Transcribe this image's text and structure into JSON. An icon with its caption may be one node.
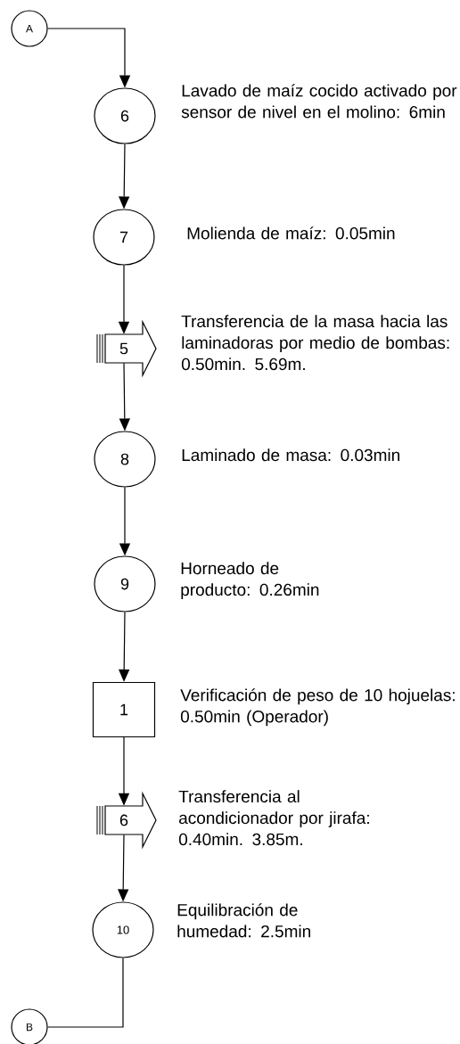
{
  "diagram": {
    "nodes": [
      {
        "text": [
          "A"
        ]
      },
      {
        "text": [
          "6"
        ],
        "beside": [
          "Lavado de maíz cocido activado por sensor de nivel en el molino: 6min"
        ]
      },
      {
        "text": [
          "7"
        ],
        "beside": [
          "Molienda de maíz: 0.05min"
        ]
      },
      {
        "text": [
          "5"
        ],
        "beside": [
          "Transferencia de la masa hacia las laminadoras por medio de bombas: 0.50min. 5.69m."
        ]
      },
      {
        "text": [
          "8"
        ],
        "beside": [
          "Laminado de masa: 0.03min"
        ]
      },
      {
        "text": [
          "9"
        ],
        "beside": [
          "Horneado de producto: 0.26min"
        ]
      },
      {
        "text": [
          "1"
        ],
        "beside": [
          "Verificación de peso de 10 hojuelas: 0.50min (Operador)"
        ]
      },
      {
        "text": [
          "6"
        ],
        "beside": [
          "Transferencia al acondicionador por jirafa: 0.40min. 3.85m."
        ]
      },
      {
        "text": [
          "10"
        ],
        "beside": [
          "Equilibración de humedad: 2.5min"
        ]
      },
      {
        "text": [
          "B"
        ]
      }
    ],
    "edges": [
      {
        "from": 0,
        "to": 1,
        "arrow": "to"
      },
      {
        "from": 1,
        "to": 2,
        "arrow": "to"
      },
      {
        "from": 2,
        "to": 3,
        "arrow": "to"
      },
      {
        "from": 3,
        "to": 4,
        "arrow": "to"
      },
      {
        "from": 4,
        "to": 5,
        "arrow": "to"
      },
      {
        "from": 5,
        "to": 6,
        "arrow": "to"
      },
      {
        "from": 6,
        "to": 7,
        "arrow": "to"
      },
      {
        "from": 7,
        "to": 8,
        "arrow": "to"
      },
      {
        "from": 8,
        "to": 9,
        "arrow": "none"
      }
    ]
  }
}
